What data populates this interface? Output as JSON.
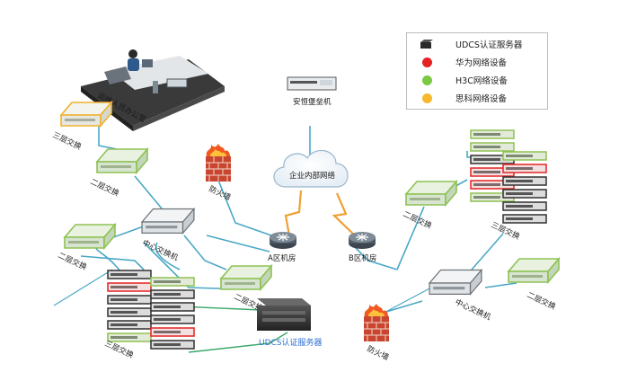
{
  "legend": {
    "items": [
      {
        "label": "UDCS认证服务器",
        "color": "#2a2a2a",
        "icon": "server-icon"
      },
      {
        "label": "华为网络设备",
        "color": "#e52222",
        "icon": "red-dot-icon"
      },
      {
        "label": "H3C网络设备",
        "color": "#7ac943",
        "icon": "green-dot-icon"
      },
      {
        "label": "思科网络设备",
        "color": "#f5b82e",
        "icon": "yellow-dot-icon"
      }
    ]
  },
  "nodes": {
    "office": "运维人员办公室",
    "bastion": "安恒堡垒机",
    "cloud": "企业内部网络",
    "room_a": "A区机房",
    "room_b": "B区机房",
    "firewall_left": "防火墙",
    "firewall_bottom": "防火墙",
    "core_left": "中心交换机",
    "core_right": "中心交换机",
    "l3_top": "三层交换",
    "l2_a": "二层交换",
    "l2_b": "二层交换",
    "l2_c": "二层交换",
    "l3_stack_left": "三层交换",
    "l2_right_a": "二层交换",
    "l2_right_b": "二层交换",
    "l3_stack_right": "三层交换",
    "udcs": "UDCS认证服务器"
  }
}
